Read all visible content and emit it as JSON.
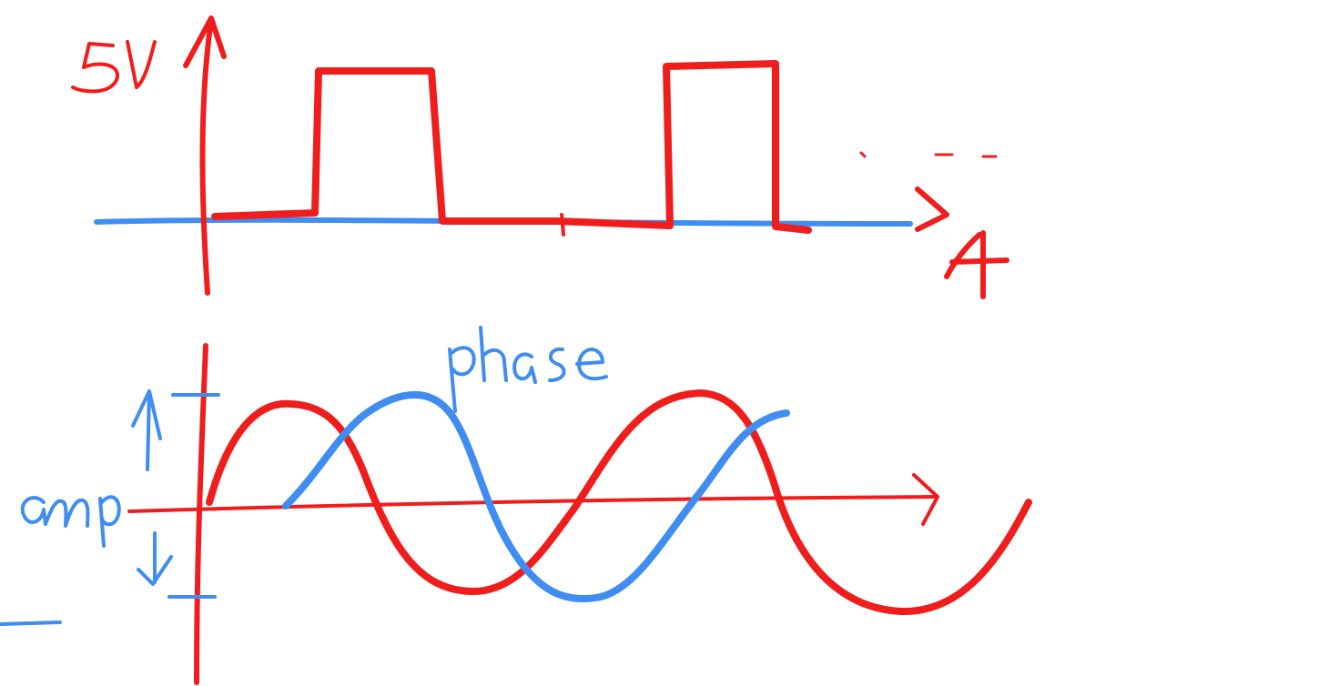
{
  "colors": {
    "red": "#f01d1d",
    "blue": "#3f8df0"
  },
  "top_plot": {
    "y_label": "5V",
    "x_label": "A",
    "signal": "square-wave"
  },
  "bottom_plot": {
    "amplitude_label": "amp",
    "phase_label": "phase",
    "signals": [
      "sine-wave",
      "phase-shifted-sine-wave"
    ]
  }
}
